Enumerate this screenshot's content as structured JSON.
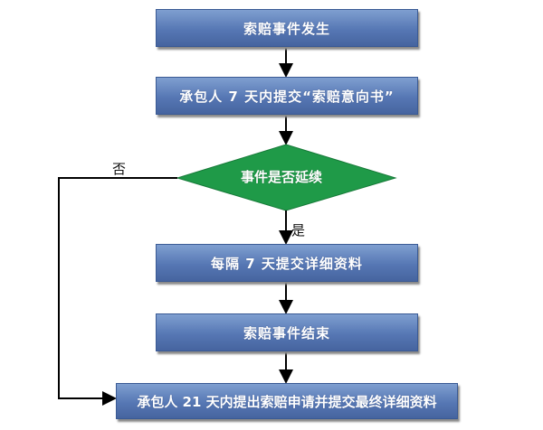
{
  "nodes": {
    "start": "索赔事件发生",
    "notice": "承包人 7 天内提交“索赔意向书”",
    "decision": "事件是否延续",
    "interim": "每隔 7 天提交详细资料",
    "end_event": "索赔事件结束",
    "final": "承包人 21 天内提出索赔申请并提交最终详细资料"
  },
  "edge_labels": {
    "no": "否",
    "yes": "是"
  },
  "colors": {
    "box": "#5677b4",
    "diamond": "#1f9a48"
  }
}
